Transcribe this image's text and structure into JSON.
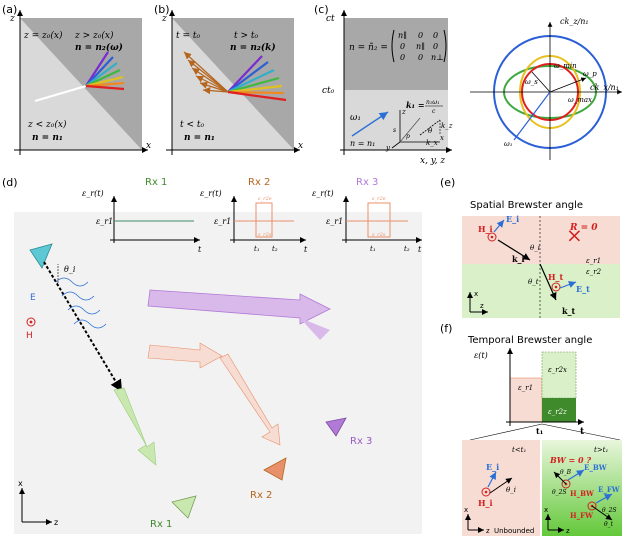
{
  "panel_labels": [
    "(a)",
    "(b)",
    "(c)",
    "(d)",
    "(e)",
    "(f)"
  ],
  "a": {
    "axis_z": "z",
    "axis_x": "x",
    "top_line1": "z = z₀(x)",
    "region2_line1": "z > z₀(x)",
    "region2_line2": "n = n₂(ω)",
    "region1_line1": "z < z₀(x)",
    "region1_line2": "n = n₁"
  },
  "b": {
    "axis_z": "z",
    "axis_x": "x",
    "top_line1": "t = t₀",
    "region2_line1": "t > t₀",
    "region2_line2": "n = n₂(k)",
    "region1_line1": "t < t₀",
    "region1_line2": "n = n₁"
  },
  "c": {
    "axis_ct": "ct",
    "ct0": "ct₀",
    "matrix_lhs": "n = ñ₂ =",
    "matrix_rows": [
      [
        "n∥",
        "0",
        "0"
      ],
      [
        "0",
        "n∥",
        "0"
      ],
      [
        "0",
        "0",
        "n⊥"
      ]
    ],
    "omega1": "ω₁",
    "k1": "k₁ =",
    "k1_num": "n₁ω₁",
    "k1_den": "c",
    "kz": "k_z",
    "kx": "k_x",
    "theta": "θ",
    "n1": "n = n₁",
    "axes3d": [
      "z",
      "x",
      "y",
      "s",
      "p"
    ],
    "axis_xyz": "x, y, z",
    "circle_top": "ck_z/n₁",
    "circle_right": "ck_x/n₁",
    "omega_min": "ω_min",
    "omega_p": "ω_p",
    "omega_s": "ω_s",
    "omega_max": "ω_max",
    "omega_1": "ω₁"
  },
  "d": {
    "rx_titles": [
      "Rx 1",
      "Rx 2",
      "Rx 3"
    ],
    "plot_ylabel": "ε_r(t)",
    "plot_eps": "ε_r1",
    "plot_xlabel": "t",
    "eps_up": "ε_r2e",
    "eps_down": "ε_r2s",
    "t1": "t₁",
    "t2": "t₂",
    "E": "E",
    "H": "H",
    "theta": "θ_i",
    "rx_labels": [
      "Rx 3",
      "Rx 2",
      "Rx 1"
    ],
    "axis_x": "x",
    "axis_z": "z"
  },
  "e": {
    "title": "Spatial Brewster angle",
    "Ei": "E_i",
    "Hi": "H_i",
    "ki": "k_i",
    "thi": "θ_i",
    "R": "R = 0",
    "eps1": "ε_r1",
    "eps2": "ε_r2",
    "Ht": "H_t",
    "Et": "E_t",
    "kt": "k_t",
    "tht": "θ_t",
    "axis_x": "x",
    "axis_z": "z"
  },
  "f": {
    "title": "Temporal Brewster angle",
    "ylabel": "ε(t)",
    "eps_r1": "ε_r1",
    "eps_r2x": "ε_r2x",
    "eps_r2z": "ε_r2z",
    "tlabel": "t",
    "t1": "t₁",
    "left_time": "t<t₁",
    "right_time": "t>t₁",
    "Ei": "E_i",
    "Hi": "H_i",
    "thi": "θ_i",
    "bw": "BW = 0 ?",
    "E_BW": "E_BW",
    "H_BW": "H_BW",
    "th_B": "θ_B",
    "th_2S": "θ_2S",
    "E_FW": "E_FW",
    "H_FW": "H_FW",
    "th_2S_b": "θ_2S",
    "th_t": "θ_t",
    "axis_x": "x",
    "axis_z": "z",
    "unbounded": "Unbounded"
  },
  "colors": {
    "gray_dark": "#a8a8a8",
    "gray_light": "#d9d9d9",
    "pink": "#f6dcd2",
    "green": "#d9f0c8",
    "green_dark": "#3f8a2a",
    "red": "#d42020",
    "blue": "#2b6fd6",
    "rx1": "#9acc7a",
    "rx2": "#e8906a",
    "rx3": "#b07ad6",
    "tx": "#5cc8d4"
  }
}
